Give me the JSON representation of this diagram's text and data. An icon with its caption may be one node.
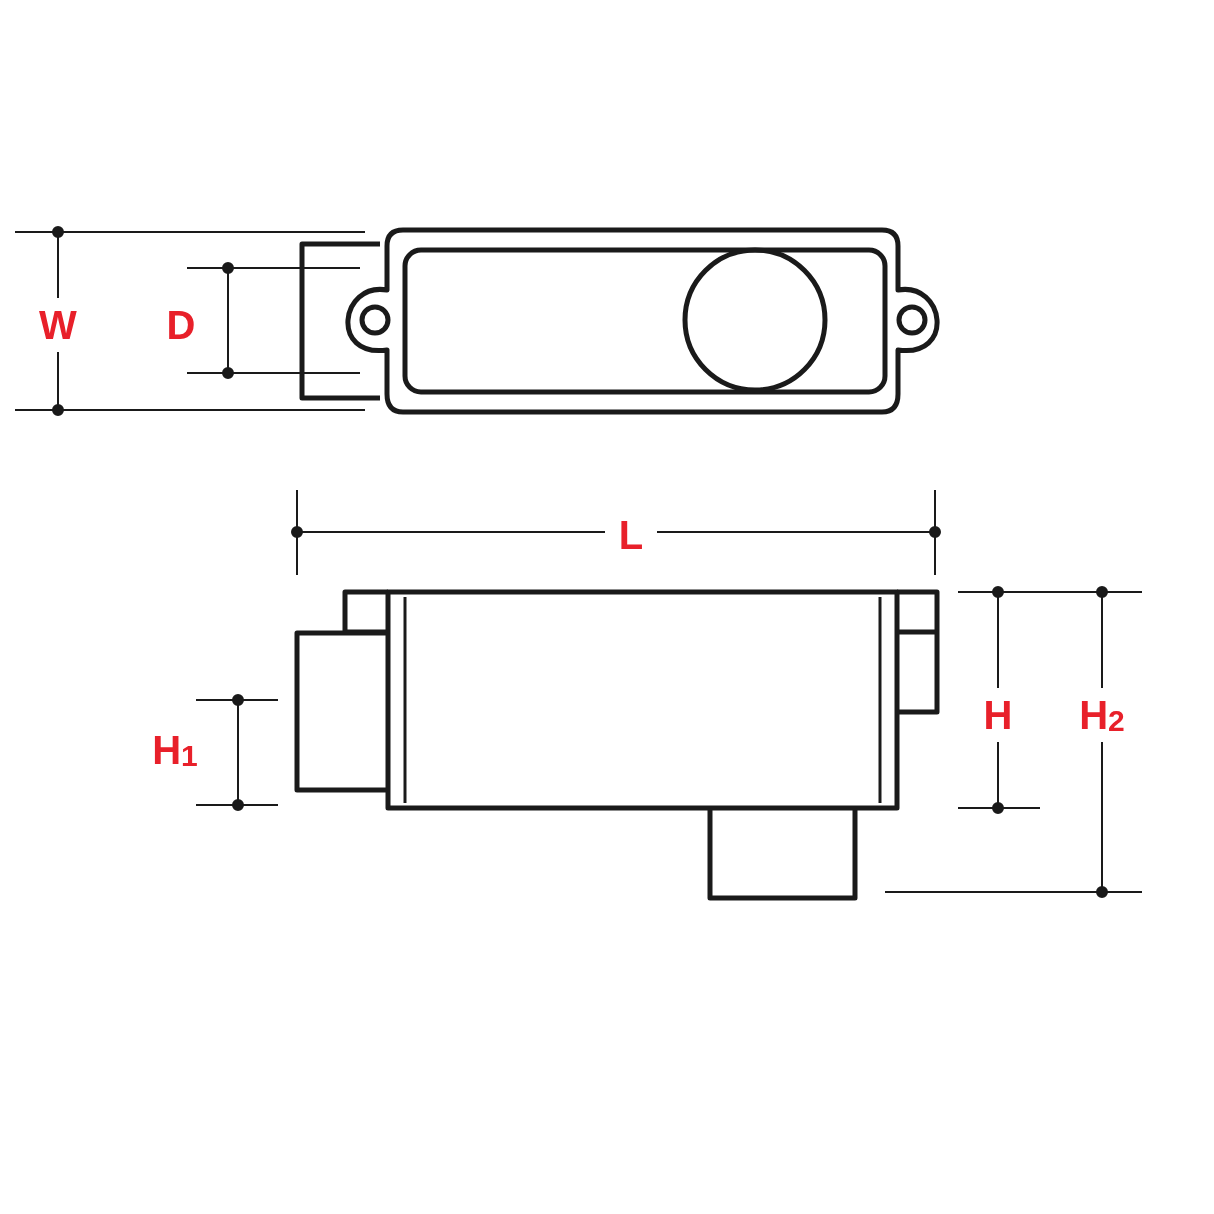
{
  "diagram": {
    "labels": [
      "W",
      "D",
      "L",
      "H$_{1}$",
      "H",
      "H$_{2}$"
    ]
  }
}
